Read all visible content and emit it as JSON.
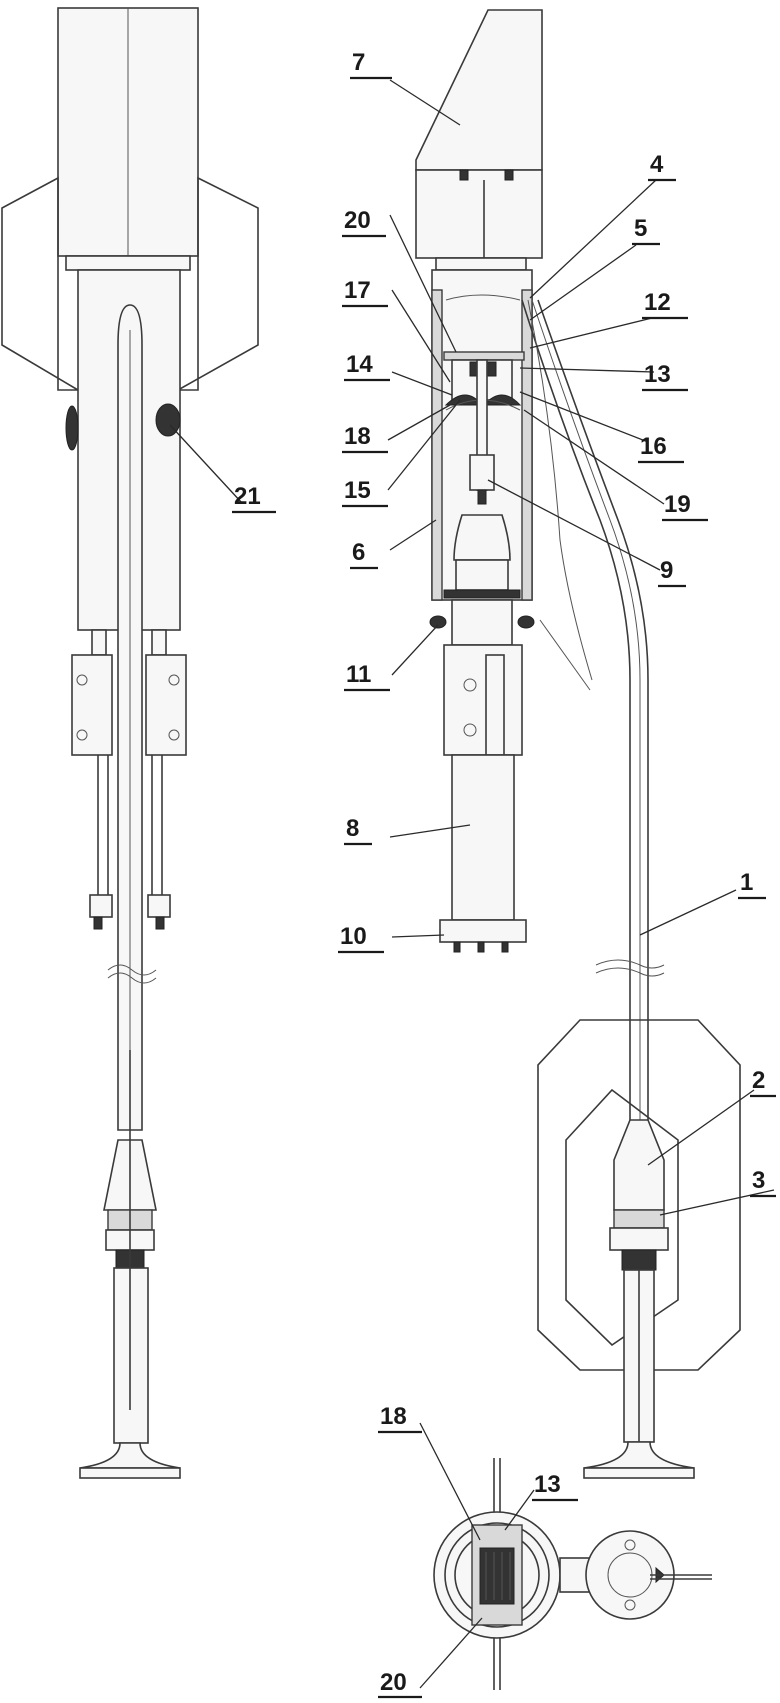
{
  "labels": {
    "l1": "1",
    "l2": "2",
    "l3": "3",
    "l4": "4",
    "l5": "5",
    "l6": "6",
    "l7": "7",
    "l8": "8",
    "l9": "9",
    "l10": "10",
    "l11": "11",
    "l12": "12",
    "l13": "13",
    "l14": "14",
    "l15": "15",
    "l16": "16",
    "l17": "17",
    "l18": "18",
    "l19": "19",
    "l20": "20",
    "l21": "21",
    "l18b": "18",
    "l13b": "13",
    "l20b": "20"
  }
}
